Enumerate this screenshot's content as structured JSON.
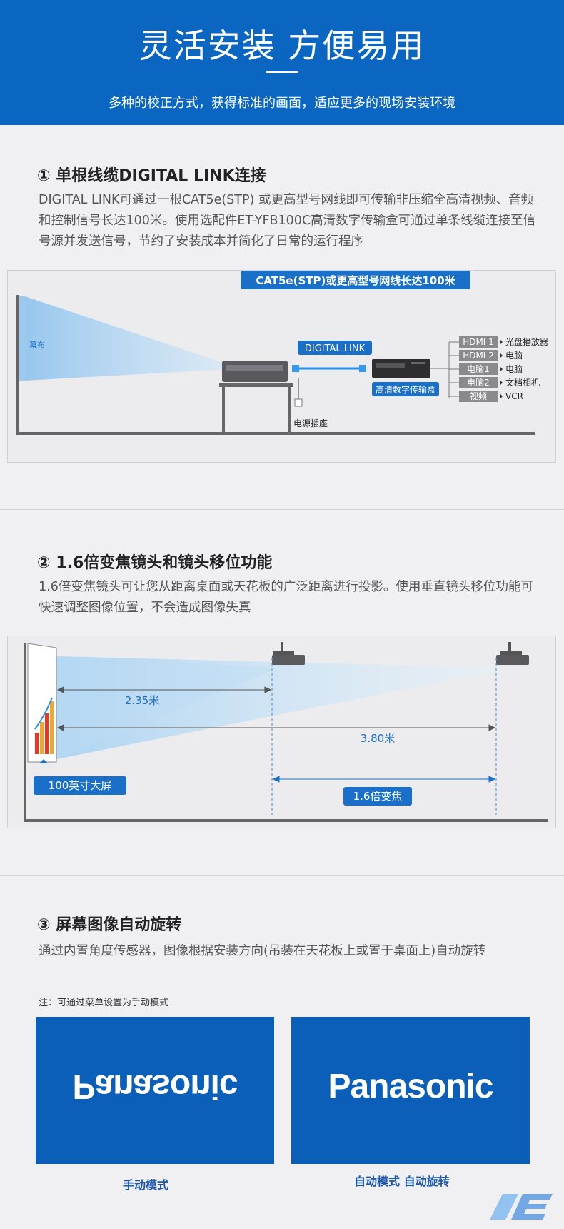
{
  "header": {
    "title": "灵活安装 方便易用",
    "subtitle": "多种的校正方式，获得标准的画面，适应更多的现场安装环境"
  },
  "section1": {
    "title": "① 单根线缆DIGITAL LINK连接",
    "text": "DIGITAL LINK可通过一根CAT5e(STP) 或更高型号网线即可传输非压缩全高清视频、音频和控制信号长达100米。使用选配件ET-YFB100C高清数字传输盒可通过单条线缆连接至信号源并发送信号，节约了安装成本并简化了日常的运行程序",
    "diagram": {
      "cable_label": "CAT5e(STP)或更高型号网线长达100米",
      "screen_label": "幕布",
      "digital_link_label": "DIGITAL LINK",
      "box_label": "高清数字传输盒",
      "power_label": "电源插座",
      "inputs": [
        {
          "port": "HDMI 1",
          "device": "光盘播放器"
        },
        {
          "port": "HDMI 2",
          "device": "电脑"
        },
        {
          "port": "电脑1",
          "device": "电脑"
        },
        {
          "port": "电脑2",
          "device": "文档相机"
        },
        {
          "port": "视频",
          "device": "VCR"
        }
      ]
    }
  },
  "section2": {
    "title": "② 1.6倍变焦镜头和镜头移位功能",
    "text": "1.6倍变焦镜头可让您从距离桌面或天花板的广泛距离进行投影。使用垂直镜头移位功能可快速调整图像位置，不会造成图像失真",
    "diagram": {
      "near_distance": "2.35米",
      "far_distance": "3.80米",
      "screen_size_label": "100英寸大屏",
      "zoom_label": "1.6倍变焦"
    }
  },
  "section3": {
    "title": "③ 屏幕图像自动旋转",
    "text": "通过内置角度传感器，图像根据安装方向(吊装在天花板上或置于桌面上)自动旋转",
    "note": "注：可通过菜单设置为手动模式",
    "logo_text": "Panasonic",
    "manual_caption": "手动模式",
    "auto_caption": "自动模式 自动旋转"
  },
  "colors": {
    "brand_blue": "#0b66c2",
    "accent_blue": "#1a6fc8",
    "background": "#f0f0f2"
  }
}
